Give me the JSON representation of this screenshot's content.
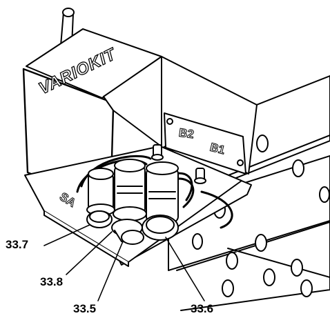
{
  "brand": "VARIOKIT",
  "port_labels": {
    "b2": "B2",
    "b1": "B1",
    "sa": "SA"
  },
  "callouts": [
    {
      "id": "c337",
      "text": "33.7"
    },
    {
      "id": "c338",
      "text": "33.8"
    },
    {
      "id": "c335",
      "text": "33.5"
    },
    {
      "id": "c336",
      "text": "33.6"
    }
  ]
}
